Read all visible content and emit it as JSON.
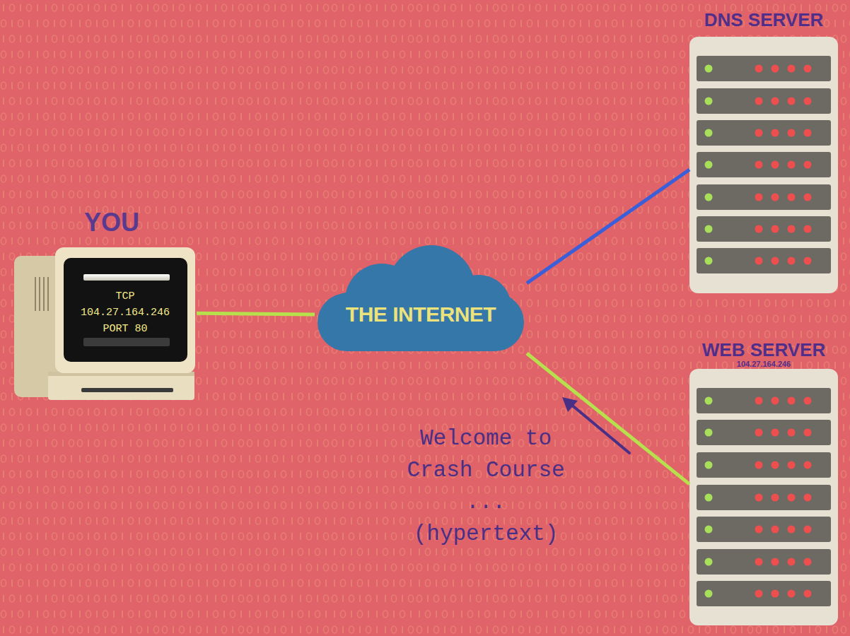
{
  "diagram": {
    "nodes": [
      {
        "text": [
          "YOU"
        ]
      },
      {
        "text": [
          "TCP 104.27.164.246 PORT 80"
        ],
        "in": 0
      },
      {
        "text": [
          "THE INTERNET"
        ]
      },
      {
        "text": [
          "DNS SERVER"
        ]
      },
      {
        "text": [
          "WEB SERVER",
          "104.27.164.246"
        ]
      }
    ],
    "edges": [
      {
        "from": 0,
        "to": 2,
        "arrow": "none"
      },
      {
        "from": 2,
        "to": 3,
        "arrow": "none"
      },
      {
        "from": 2,
        "to": 4,
        "arrow": "none"
      }
    ],
    "labels": [
      "Welcome to Crash Course ... (hypertext)"
    ]
  }
}
